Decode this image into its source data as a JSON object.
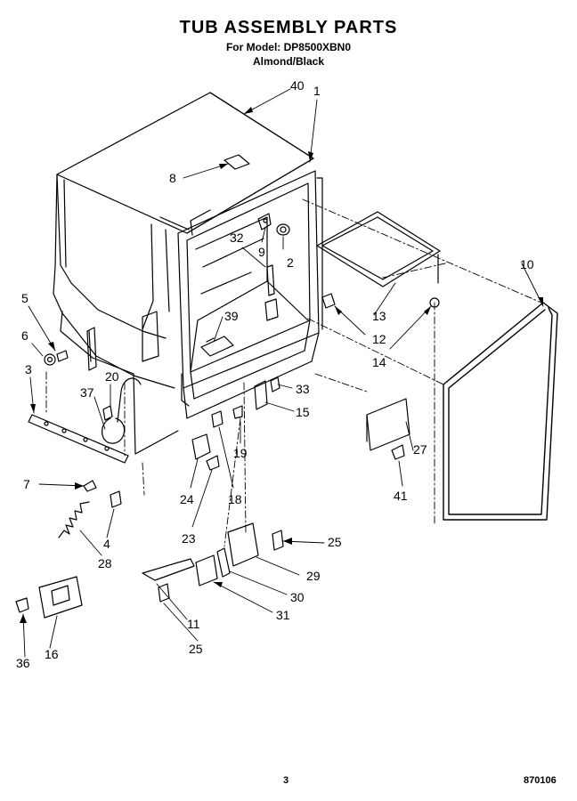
{
  "header": {
    "title": "TUB ASSEMBLY PARTS",
    "model": "For Model: DP8500XBN0",
    "color": "Almond/Black"
  },
  "callouts": [
    "40",
    "1",
    "8",
    "32",
    "9",
    "2",
    "10",
    "5",
    "6",
    "3",
    "37",
    "20",
    "39",
    "13",
    "12",
    "14",
    "33",
    "15",
    "19",
    "27",
    "7",
    "24",
    "18",
    "41",
    "23",
    "4",
    "28",
    "25",
    "29",
    "30",
    "31",
    "11",
    "25",
    "36",
    "16"
  ],
  "footer": {
    "page": "3",
    "code": "870106"
  }
}
